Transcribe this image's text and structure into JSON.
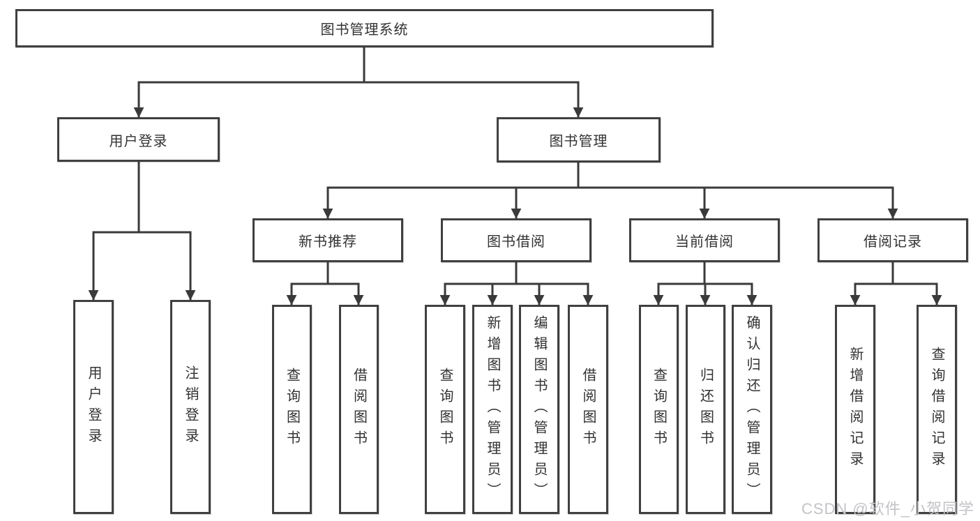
{
  "diagram": {
    "title": "图书管理系统",
    "nodes": [
      {
        "id": "root",
        "label": "图书管理系统",
        "parent": null
      },
      {
        "id": "user-login",
        "label": "用户登录",
        "parent": "root"
      },
      {
        "id": "book-mgmt",
        "label": "图书管理",
        "parent": "root"
      },
      {
        "id": "new-book-rec",
        "label": "新书推荐",
        "parent": "book-mgmt"
      },
      {
        "id": "book-borrow",
        "label": "图书借阅",
        "parent": "book-mgmt"
      },
      {
        "id": "current-borrow",
        "label": "当前借阅",
        "parent": "book-mgmt"
      },
      {
        "id": "borrow-record",
        "label": "借阅记录",
        "parent": "book-mgmt"
      },
      {
        "id": "login",
        "label": "用户登录",
        "parent": "user-login"
      },
      {
        "id": "logout",
        "label": "注销登录",
        "parent": "user-login"
      },
      {
        "id": "rec-query",
        "label": "查询图书",
        "parent": "new-book-rec"
      },
      {
        "id": "rec-borrow",
        "label": "借阅图书",
        "parent": "new-book-rec"
      },
      {
        "id": "bb-query",
        "label": "查询图书",
        "parent": "book-borrow"
      },
      {
        "id": "bb-add",
        "label": "新增图书（管理员）",
        "parent": "book-borrow"
      },
      {
        "id": "bb-edit",
        "label": "编辑图书（管理员）",
        "parent": "book-borrow"
      },
      {
        "id": "bb-borrow",
        "label": "借阅图书",
        "parent": "book-borrow"
      },
      {
        "id": "cb-query",
        "label": "查询图书",
        "parent": "current-borrow"
      },
      {
        "id": "cb-return",
        "label": "归还图书",
        "parent": "current-borrow"
      },
      {
        "id": "cb-confirm",
        "label": "确认归还（管理员）",
        "parent": "current-borrow"
      },
      {
        "id": "br-add",
        "label": "新增借阅记录",
        "parent": "borrow-record"
      },
      {
        "id": "br-query",
        "label": "查询借阅记录",
        "parent": "borrow-record"
      }
    ]
  },
  "watermark": {
    "text": "CSDN @软件_小贺同学"
  },
  "colors": {
    "line": "#3a3a3a",
    "box_border": "#404040",
    "box_fill": "#ffffff",
    "text": "#323232",
    "background": "#ffffff",
    "watermark": "#c3c3c8"
  }
}
